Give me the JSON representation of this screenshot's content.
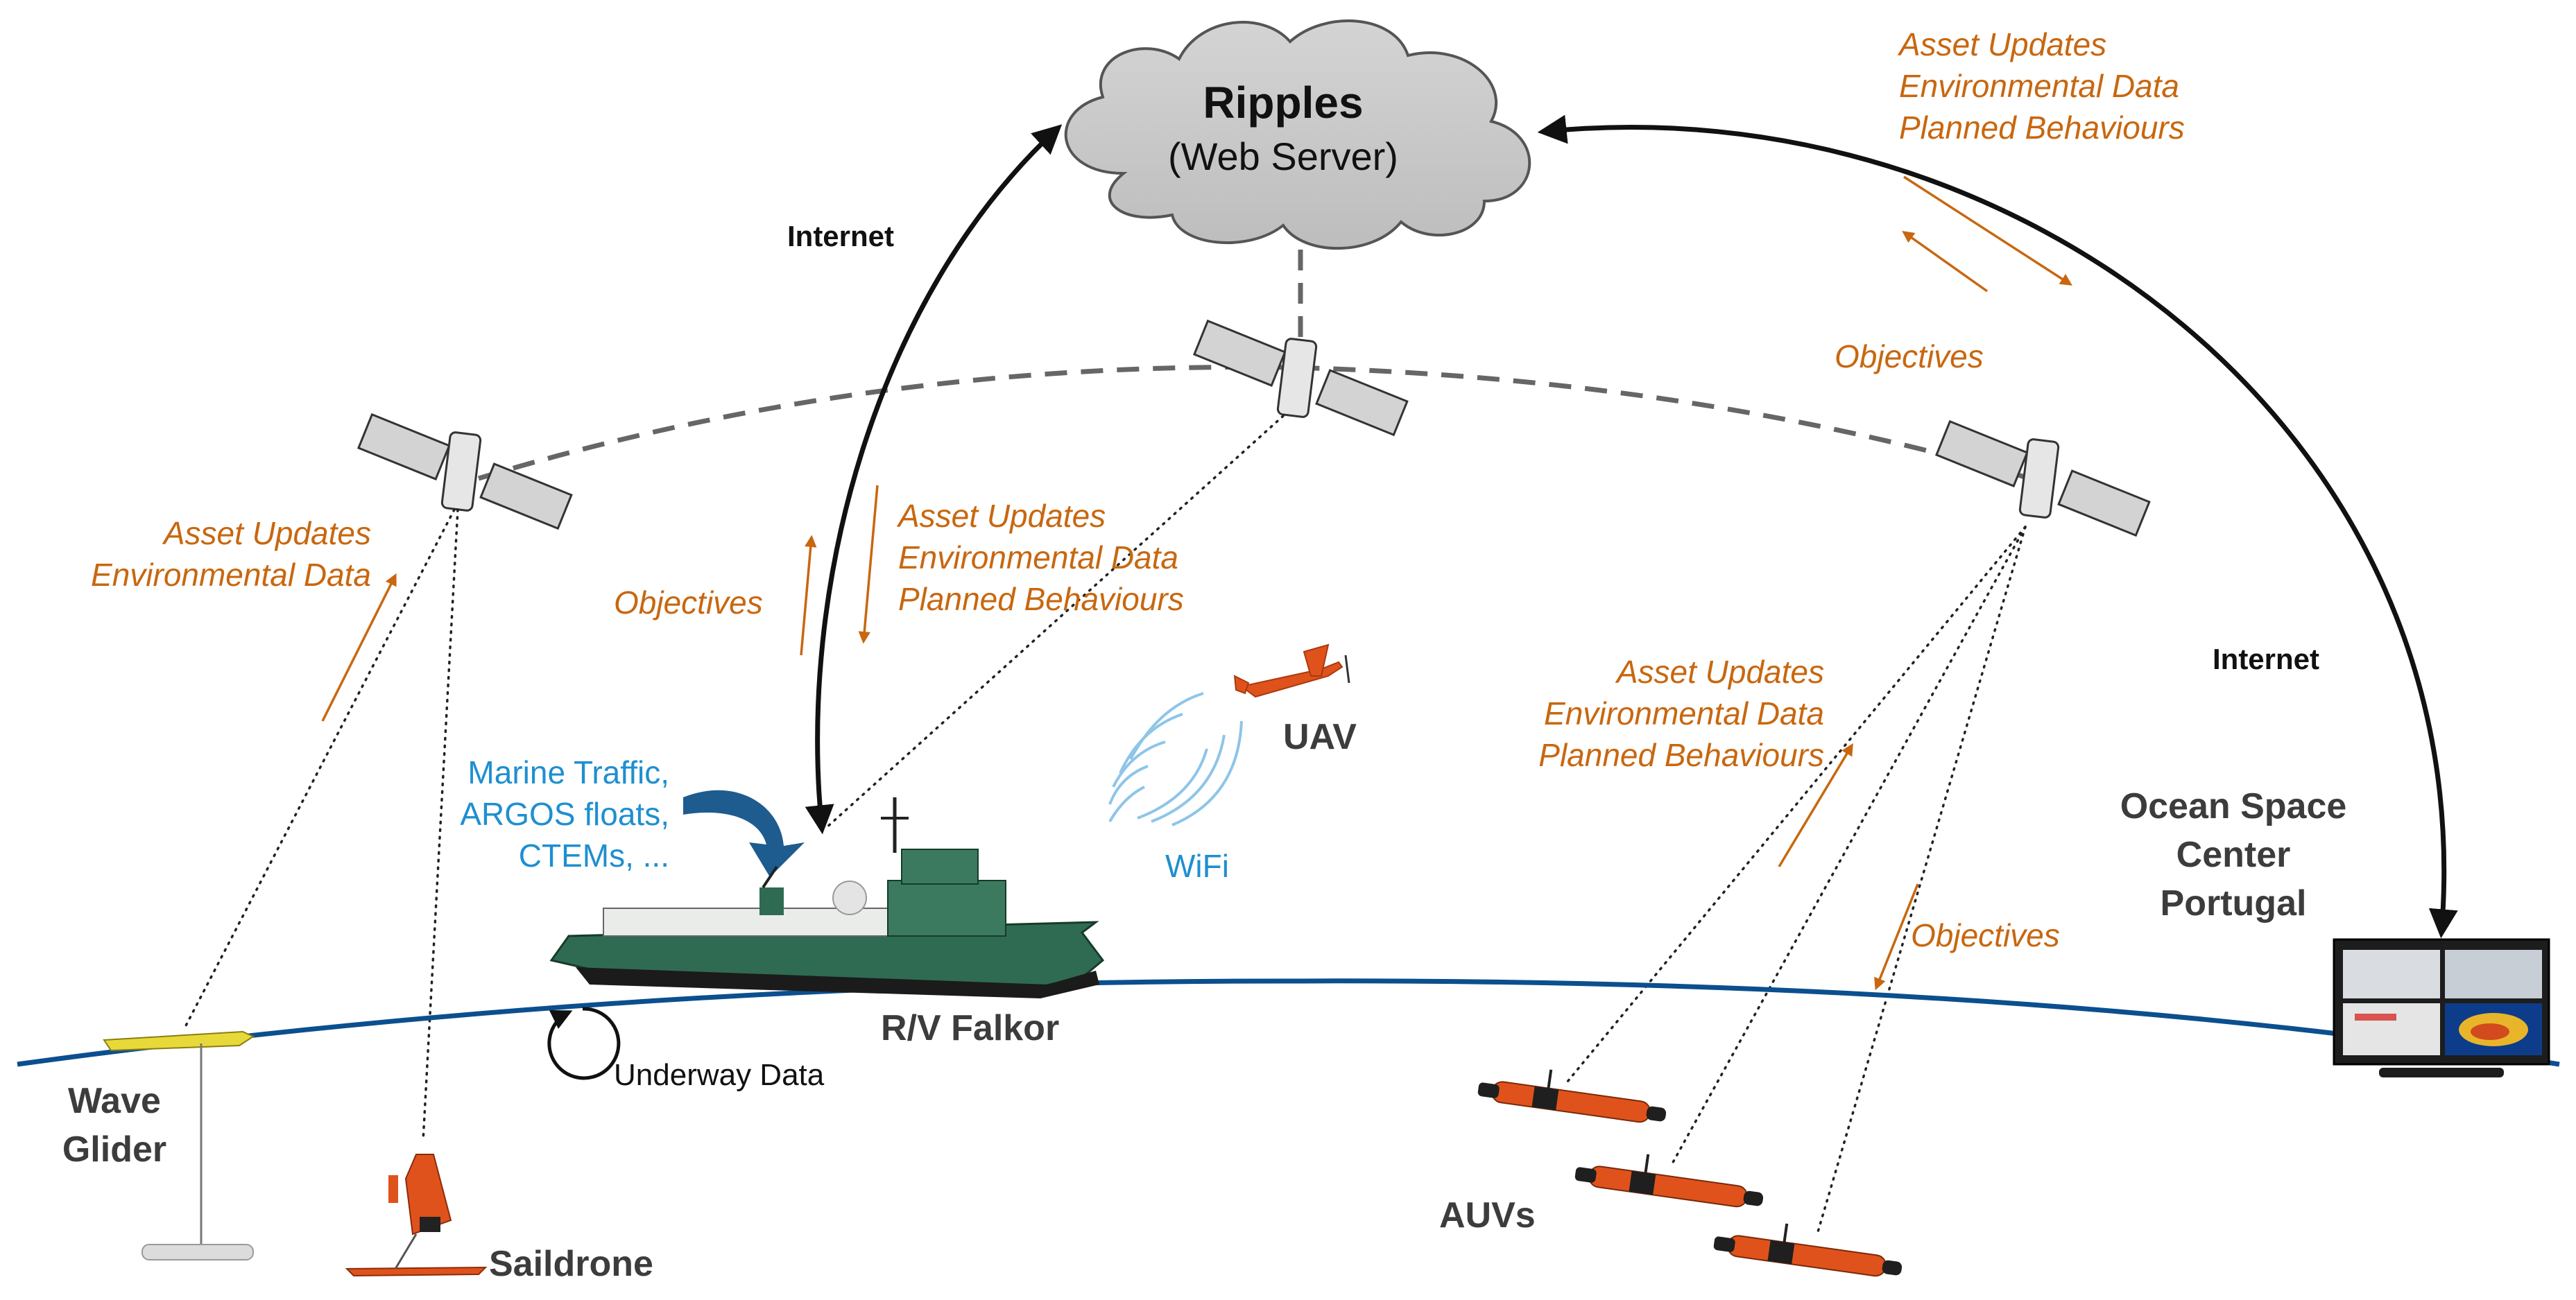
{
  "server": {
    "title": "Ripples",
    "subtitle": "(Web Server)"
  },
  "links": {
    "internet_left": "Internet",
    "internet_right": "Internet",
    "wifi": "WiFi",
    "underway": "Underway Data"
  },
  "flows": {
    "glider_up": [
      "Asset Updates",
      "Environmental Data"
    ],
    "ship_objectives": "Objectives",
    "ship_down": [
      "Asset Updates",
      "Environmental Data",
      "Planned Behaviours"
    ],
    "center_down": [
      "Asset Updates",
      "Environmental Data",
      "Planned Behaviours"
    ],
    "center_objectives": "Objectives",
    "auv_up": [
      "Asset Updates",
      "Environmental Data",
      "Planned Behaviours"
    ],
    "auv_objectives": "Objectives"
  },
  "external_sources": [
    "Marine Traffic,",
    "ARGOS floats,",
    "CTEMs, ..."
  ],
  "assets": {
    "wave_glider": [
      "Wave",
      "Glider"
    ],
    "saildrone": "Saildrone",
    "ship": "R/V Falkor",
    "uav": "UAV",
    "auvs": "AUVs",
    "center": [
      "Ocean Space",
      "Center",
      "Portugal"
    ]
  },
  "colors": {
    "flow_text": "#c8670f",
    "source_text": "#1e8fd0",
    "ocean_line": "#0b4f8f",
    "hull": "#2f6b52",
    "vehicle": "#e0521c"
  }
}
